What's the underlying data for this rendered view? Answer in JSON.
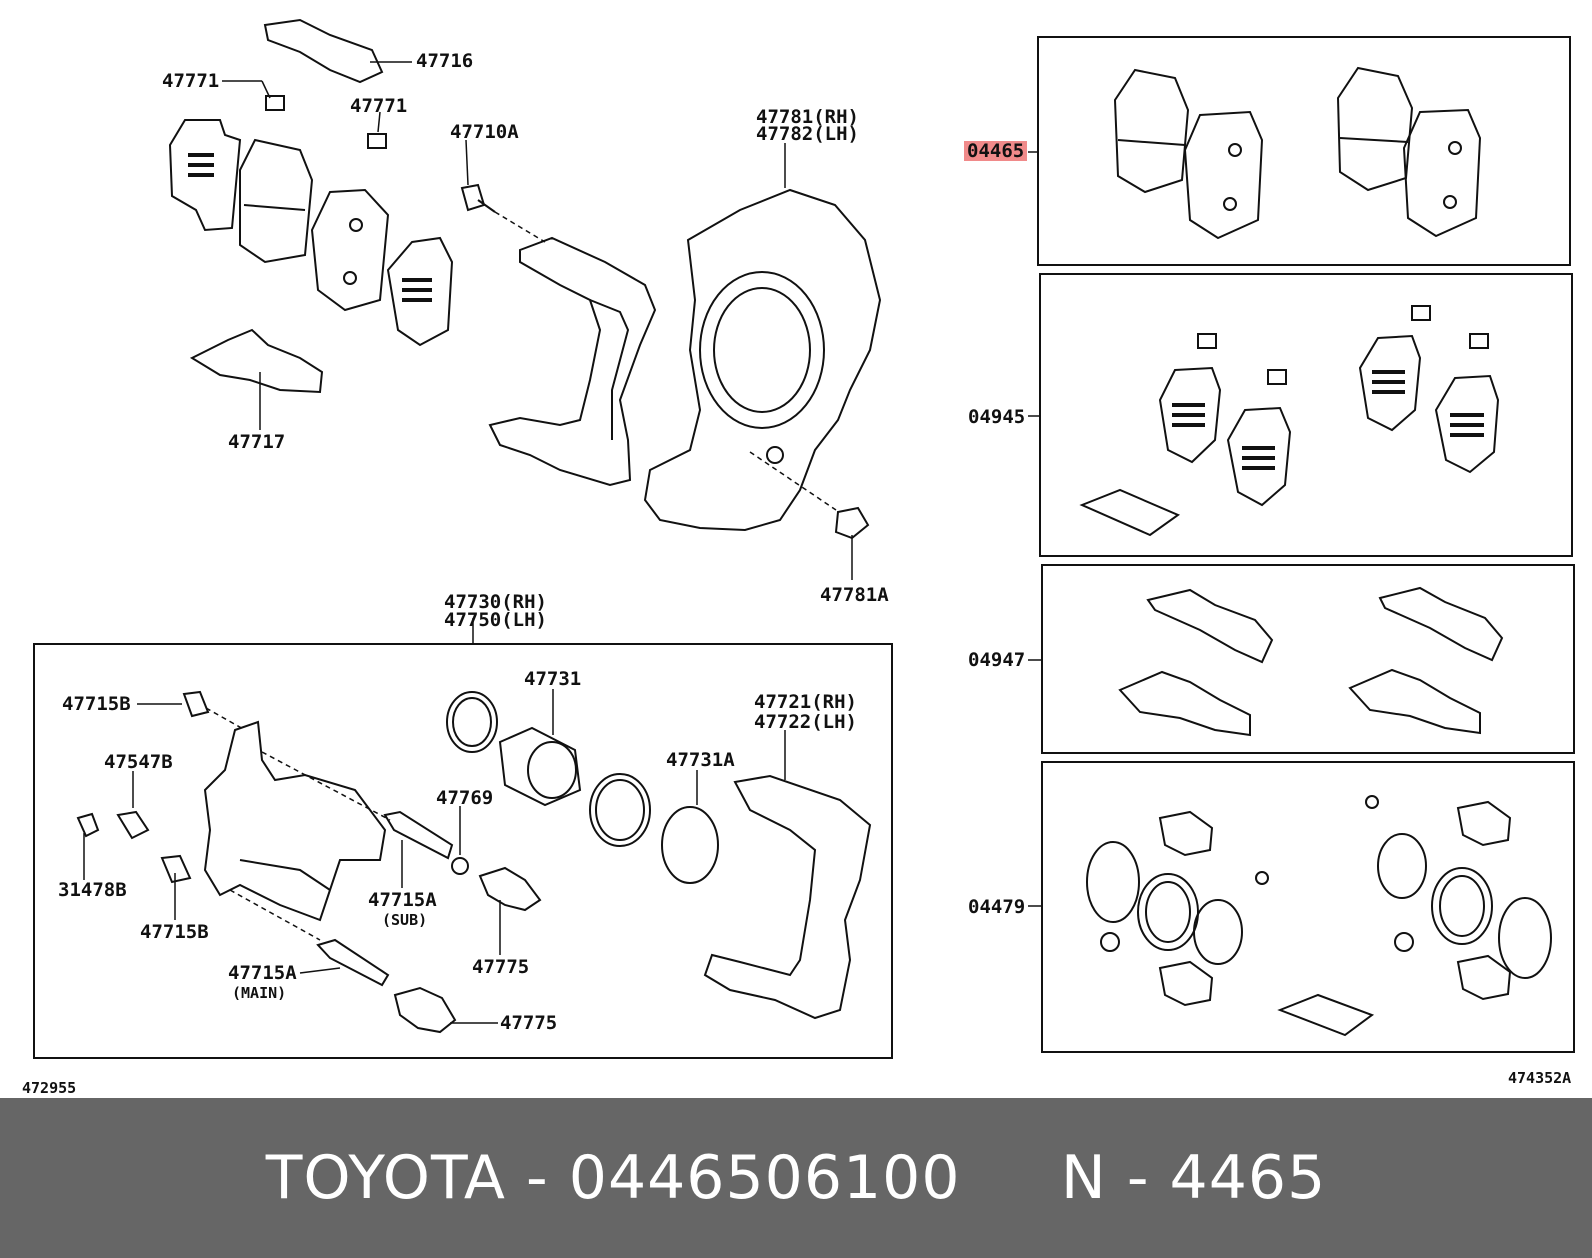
{
  "labels": {
    "p47716": "47716",
    "p47771a": "47771",
    "p47771b": "47771",
    "p47710A": "47710A",
    "p47781": "47781(RH)",
    "p47782": "47782(LH)",
    "p47717": "47717",
    "p47781A": "47781A",
    "p47730": "47730(RH)",
    "p47750": "47750(LH)",
    "p47715Btop": "47715B",
    "p47731": "47731",
    "p47721": "47721(RH)",
    "p47722": "47722(LH)",
    "p47547B": "47547B",
    "p47731A": "47731A",
    "p47769": "47769",
    "p31478B": "31478B",
    "p47715Asub": "47715A",
    "sub": "(SUB)",
    "p47715Bbot": "47715B",
    "p47775a": "47775",
    "p47715Amain": "47715A",
    "main": "(MAIN)",
    "p47775b": "47775",
    "k04465": "04465",
    "k04945": "04945",
    "k04947": "04947",
    "k04479": "04479",
    "refLeft": "472955",
    "refRight": "474352A"
  },
  "footer": {
    "text": "TOYOTA - 0446506100     N - 4465"
  },
  "colors": {
    "highlight": "#f08a8a",
    "footer_bg": "#666666",
    "line": "#111111"
  }
}
